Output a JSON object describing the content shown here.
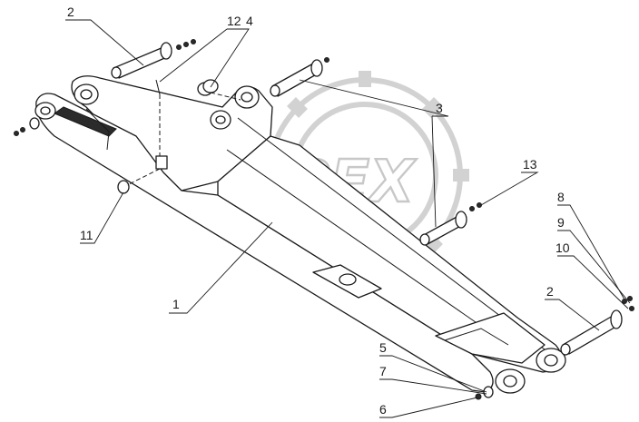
{
  "watermark": {
    "text": "OPEX",
    "color": "#c8c8c8"
  },
  "callouts": {
    "c1": "1",
    "c2a": "2",
    "c2b": "2",
    "c3": "3",
    "c4": "4",
    "c5": "5",
    "c6": "6",
    "c7": "7",
    "c8": "8",
    "c9": "9",
    "c10": "10",
    "c11": "11",
    "c12": "12",
    "c13": "13"
  },
  "colors": {
    "line": "#1a1a1a",
    "background": "#ffffff"
  }
}
